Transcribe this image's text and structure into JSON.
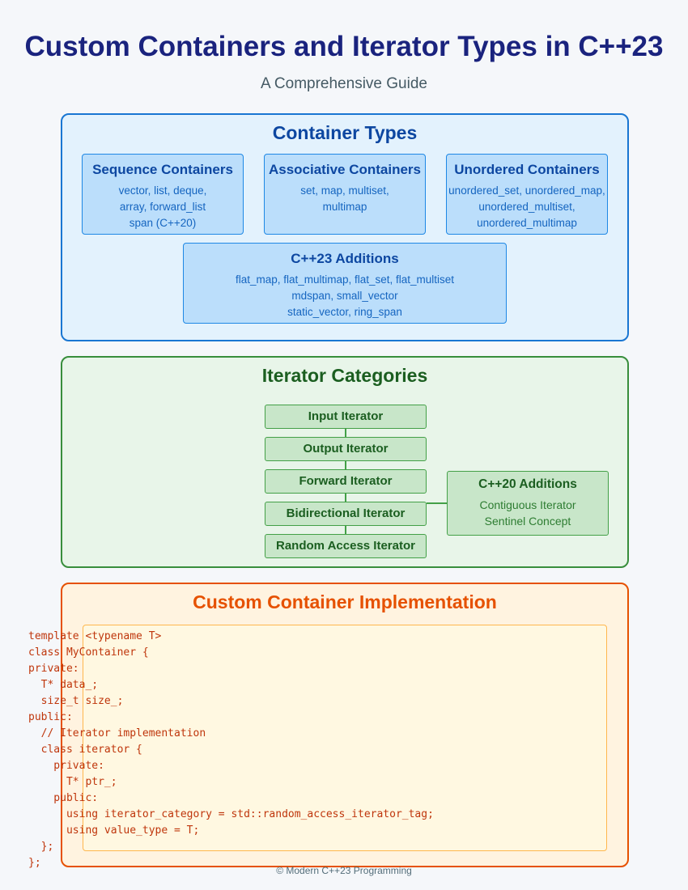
{
  "title": "Custom Containers and Iterator Types in C++23",
  "subtitle": "A Comprehensive Guide",
  "container_types": {
    "title": "Container Types",
    "boxes": [
      {
        "title": "Sequence Containers",
        "lines": [
          "vector, list, deque,",
          "array, forward_list",
          "span (C++20)"
        ]
      },
      {
        "title": "Associative Containers",
        "lines": [
          "set, map, multiset,",
          "multimap"
        ]
      },
      {
        "title": "Unordered Containers",
        "lines": [
          "unordered_set, unordered_map,",
          "unordered_multiset,",
          "unordered_multimap"
        ]
      },
      {
        "title": "C++23 Additions",
        "lines": [
          "flat_map, flat_multimap, flat_set, flat_multiset",
          "mdspan, small_vector",
          "static_vector, ring_span"
        ]
      }
    ]
  },
  "iterator_categories": {
    "title": "Iterator Categories",
    "items": [
      "Input Iterator",
      "Output Iterator",
      "Forward Iterator",
      "Bidirectional Iterator",
      "Random Access Iterator"
    ],
    "additions": {
      "title": "C++20 Additions",
      "lines": [
        "Contiguous Iterator",
        "Sentinel Concept"
      ]
    }
  },
  "custom_container": {
    "title": "Custom Container Implementation",
    "code_lines": [
      "template <typename T>",
      "class MyContainer {",
      "private:",
      "  T* data_;",
      "  size_t size_;",
      "public:",
      "  // Iterator implementation",
      "  class iterator {",
      "    private:",
      "      T* ptr_;",
      "    public:",
      "      using iterator_category = std::random_access_iterator_tag;",
      "      using value_type = T;",
      "  };",
      "};"
    ]
  },
  "footer": "© Modern C++23 Programming",
  "colors": {
    "title": "#1a237e",
    "containers_accent": "#1976d2",
    "iterators_accent": "#388e3c",
    "custom_accent": "#e65100"
  }
}
